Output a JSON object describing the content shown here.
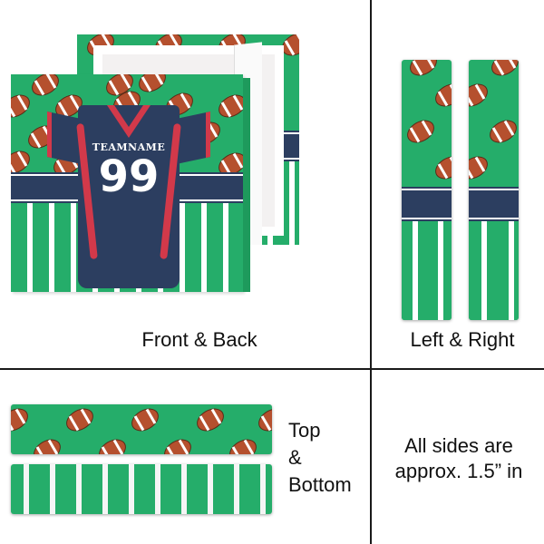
{
  "product": {
    "jersey_text": "TEAMNAME",
    "jersey_number": "99"
  },
  "labels": {
    "front_back": "Front & Back",
    "left_right": "Left & Right",
    "top_bottom_line1": "Top",
    "top_bottom_line2": "&",
    "top_bottom_line3": "Bottom",
    "note_line1": "All sides are",
    "note_line2": "approx. 1.5” in"
  },
  "colors": {
    "field_green": "#25ad6a",
    "navy": "#2c3e60",
    "red": "#d2394a",
    "football_brown": "#b5502e",
    "stripe_white": "#ffffff",
    "divider": "#1a1a1a"
  }
}
